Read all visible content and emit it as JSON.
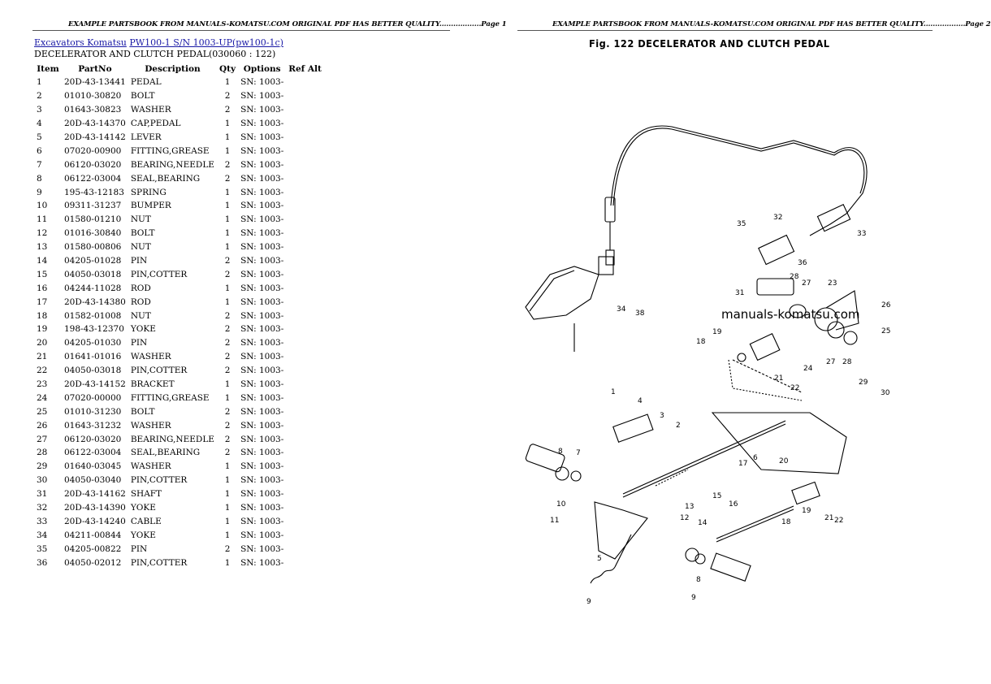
{
  "header": {
    "left": "EXAMPLE PARTSBOOK FROM MANUALS-KOMATSU.COM ORIGINAL PDF HAS BETTER QUALITY..................Page 1",
    "right": "EXAMPLE PARTSBOOK FROM MANUALS-KOMATSU.COM ORIGINAL PDF HAS BETTER QUALITY..................Page 2"
  },
  "breadcrumb": {
    "link1": "Excavators Komatsu",
    "link2": "PW100-1 S/N 1003-UP(pw100-1c)"
  },
  "section_title": "DECELERATOR AND CLUTCH PEDAL(030060 : 122)",
  "table": {
    "columns": [
      "Item",
      "PartNo",
      "Description",
      "Qty",
      "Options",
      "Ref Alt"
    ],
    "rows": [
      [
        "1",
        "20D-43-13441",
        "PEDAL",
        "1",
        "SN: 1003-",
        ""
      ],
      [
        "2",
        "01010-30820",
        "BOLT",
        "2",
        "SN: 1003-",
        ""
      ],
      [
        "3",
        "01643-30823",
        "WASHER",
        "2",
        "SN: 1003-",
        ""
      ],
      [
        "4",
        "20D-43-14370",
        "CAP,PEDAL",
        "1",
        "SN: 1003-",
        ""
      ],
      [
        "5",
        "20D-43-14142",
        "LEVER",
        "1",
        "SN: 1003-",
        ""
      ],
      [
        "6",
        "07020-00900",
        "FITTING,GREASE",
        "1",
        "SN: 1003-",
        ""
      ],
      [
        "7",
        "06120-03020",
        "BEARING,NEEDLE",
        "2",
        "SN: 1003-",
        ""
      ],
      [
        "8",
        "06122-03004",
        "SEAL,BEARING",
        "2",
        "SN: 1003-",
        ""
      ],
      [
        "9",
        "195-43-12183",
        "SPRING",
        "1",
        "SN: 1003-",
        ""
      ],
      [
        "10",
        "09311-31237",
        "BUMPER",
        "1",
        "SN: 1003-",
        ""
      ],
      [
        "11",
        "01580-01210",
        "NUT",
        "1",
        "SN: 1003-",
        ""
      ],
      [
        "12",
        "01016-30840",
        "BOLT",
        "1",
        "SN: 1003-",
        ""
      ],
      [
        "13",
        "01580-00806",
        "NUT",
        "1",
        "SN: 1003-",
        ""
      ],
      [
        "14",
        "04205-01028",
        "PIN",
        "2",
        "SN: 1003-",
        ""
      ],
      [
        "15",
        "04050-03018",
        "PIN,COTTER",
        "2",
        "SN: 1003-",
        ""
      ],
      [
        "16",
        "04244-11028",
        "ROD",
        "1",
        "SN: 1003-",
        ""
      ],
      [
        "17",
        "20D-43-14380",
        "ROD",
        "1",
        "SN: 1003-",
        ""
      ],
      [
        "18",
        "01582-01008",
        "NUT",
        "2",
        "SN: 1003-",
        ""
      ],
      [
        "19",
        "198-43-12370",
        "YOKE",
        "2",
        "SN: 1003-",
        ""
      ],
      [
        "20",
        "04205-01030",
        "PIN",
        "2",
        "SN: 1003-",
        ""
      ],
      [
        "21",
        "01641-01016",
        "WASHER",
        "2",
        "SN: 1003-",
        ""
      ],
      [
        "22",
        "04050-03018",
        "PIN,COTTER",
        "2",
        "SN: 1003-",
        ""
      ],
      [
        "23",
        "20D-43-14152",
        "BRACKET",
        "1",
        "SN: 1003-",
        ""
      ],
      [
        "24",
        "07020-00000",
        "FITTING,GREASE",
        "1",
        "SN: 1003-",
        ""
      ],
      [
        "25",
        "01010-31230",
        "BOLT",
        "2",
        "SN: 1003-",
        ""
      ],
      [
        "26",
        "01643-31232",
        "WASHER",
        "2",
        "SN: 1003-",
        ""
      ],
      [
        "27",
        "06120-03020",
        "BEARING,NEEDLE",
        "2",
        "SN: 1003-",
        ""
      ],
      [
        "28",
        "06122-03004",
        "SEAL,BEARING",
        "2",
        "SN: 1003-",
        ""
      ],
      [
        "29",
        "01640-03045",
        "WASHER",
        "1",
        "SN: 1003-",
        ""
      ],
      [
        "30",
        "04050-03040",
        "PIN,COTTER",
        "1",
        "SN: 1003-",
        ""
      ],
      [
        "31",
        "20D-43-14162",
        "SHAFT",
        "1",
        "SN: 1003-",
        ""
      ],
      [
        "32",
        "20D-43-14390",
        "YOKE",
        "1",
        "SN: 1003-",
        ""
      ],
      [
        "33",
        "20D-43-14240",
        "CABLE",
        "1",
        "SN: 1003-",
        ""
      ],
      [
        "34",
        "04211-00844",
        "YOKE",
        "1",
        "SN: 1003-",
        ""
      ],
      [
        "35",
        "04205-00822",
        "PIN",
        "2",
        "SN: 1003-",
        ""
      ],
      [
        "36",
        "04050-02012",
        "PIN,COTTER",
        "1",
        "SN: 1003-",
        ""
      ]
    ]
  },
  "figure": {
    "title": "Fig. 122  DECELERATOR AND CLUTCH PEDAL",
    "watermark": "manuals-komatsu.com",
    "callouts": [
      "35",
      "32",
      "33",
      "36",
      "31",
      "28",
      "27",
      "23",
      "26",
      "25",
      "19",
      "18",
      "24",
      "27",
      "28",
      "29",
      "30",
      "21",
      "22",
      "34",
      "38",
      "1",
      "4",
      "3",
      "2",
      "8",
      "7",
      "6",
      "9",
      "10",
      "11",
      "5",
      "12",
      "13",
      "14",
      "15",
      "17",
      "16",
      "20",
      "18",
      "19",
      "21",
      "22",
      "8",
      "9"
    ]
  }
}
